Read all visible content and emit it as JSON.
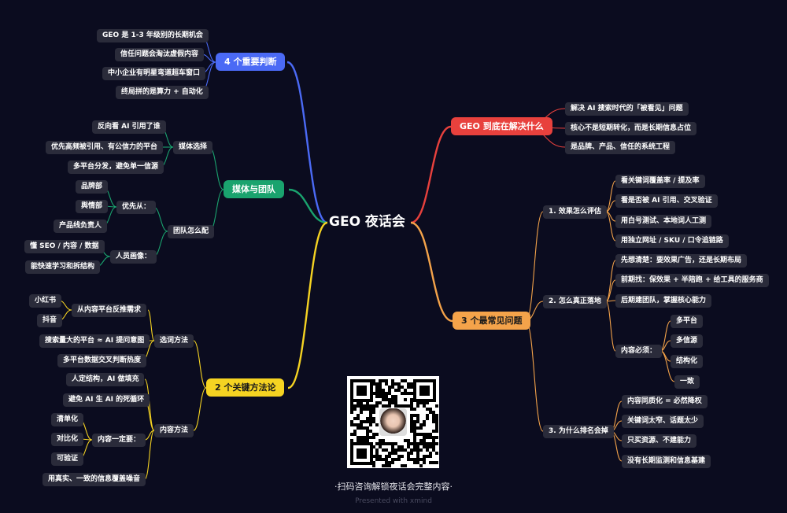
{
  "center": {
    "text": "GEO 夜话会"
  },
  "colors": {
    "background": "#0b0c1f",
    "blue": "#4b6af5",
    "green": "#1aa36e",
    "yellow": "#f5d322",
    "red": "#e8413d",
    "orange": "#f4a34a"
  },
  "branches": {
    "judgments": {
      "title": "4 个重要判断",
      "items": [
        "GEO 是 1-3 年级别的长期机会",
        "信任问题会淘汰虚假内容",
        "中小企业有明星弯道超车窗口",
        "终局拼的是算力 + 自动化"
      ]
    },
    "media": {
      "title": "媒体与团队",
      "media_select": {
        "title": "媒体选择",
        "items": [
          "反向看 AI 引用了谁",
          "优先高频被引用、有公信力的平台",
          "多平台分发，避免单一信源"
        ]
      },
      "team": {
        "title": "团队怎么配",
        "priority": {
          "title": "优先从：",
          "items": [
            "品牌部",
            "舆情部",
            "产品线负责人"
          ]
        },
        "persona": {
          "title": "人员画像：",
          "items": [
            "懂 SEO / 内容 / 数据",
            "能快速学习和拆结构"
          ]
        }
      }
    },
    "methods": {
      "title": "2 个关键方法论",
      "topic": {
        "title": "选词方法",
        "platform": {
          "title": "从内容平台反推需求",
          "items": [
            "小红书",
            "抖音"
          ]
        },
        "items": [
          "搜索量大的平台 ≈ AI 提问意图",
          "多平台数据交叉判断热度"
        ]
      },
      "content": {
        "title": "内容方法",
        "items_top": [
          "人定结构，AI 做填充",
          "避免 AI 生 AI 的死循环"
        ],
        "must": {
          "title": "内容一定要：",
          "items": [
            "清单化",
            "对比化",
            "可验证"
          ]
        },
        "items_bottom": [
          "用真实、一致的信息覆盖噪音"
        ]
      }
    },
    "solve": {
      "title": "GEO 到底在解决什么",
      "items": [
        "解决 AI 搜索时代的「被看见」问题",
        "核心不是短期转化，而是长期信息占位",
        "是品牌、产品、信任的系统工程"
      ]
    },
    "faq": {
      "title": "3 个最常见问题",
      "q1": {
        "title": "1. 效果怎么评估",
        "items": [
          "看关键词覆盖率 / 提及率",
          "看是否被 AI 引用、交叉验证",
          "用白号测试、本地词人工测",
          "用独立网址 / SKU / 口令追链路"
        ]
      },
      "q2": {
        "title": "2. 怎么真正落地",
        "items": [
          "先想清楚：要效果广告，还是长期布局",
          "前期找：保效果 + 半陪跑 + 给工具的服务商",
          "后期建团队，掌握核心能力"
        ],
        "must": {
          "title": "内容必须：",
          "items": [
            "多平台",
            "多信源",
            "结构化",
            "一致"
          ]
        }
      },
      "q3": {
        "title": "3. 为什么排名会掉",
        "items": [
          "内容同质化 = 必然降权",
          "关键词太窄、话题太少",
          "只买资源、不建能力",
          "没有长期监测和信息基建"
        ]
      }
    }
  },
  "qr": {
    "caption": "·扫码咨询解锁夜话会完整内容·"
  },
  "footer": {
    "text": "Presented with xmind"
  }
}
